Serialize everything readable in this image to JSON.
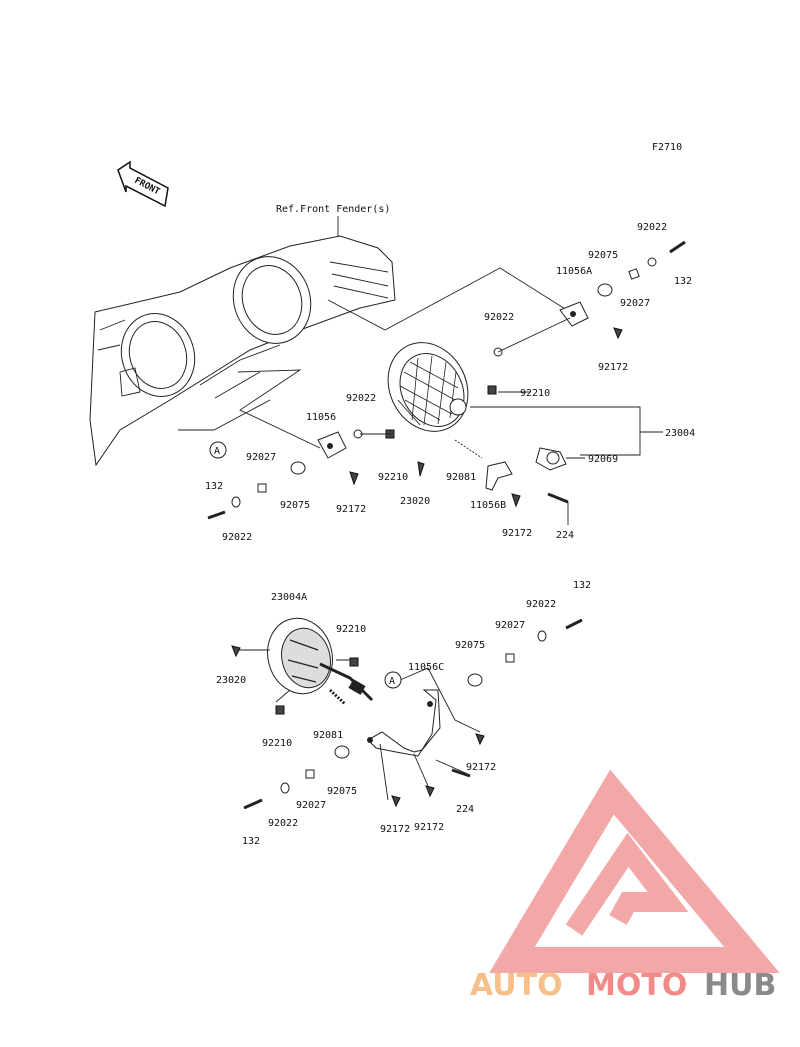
{
  "diagram": {
    "figure_code": "F2710",
    "front_label": "FRONT",
    "ref_label": "Ref.Front Fender(s)",
    "callout_letter": "A",
    "upper_labels": {
      "p92022_top": "92022",
      "p132_top": "132",
      "p92075_top": "92075",
      "p11056A": "11056A",
      "p92027_top": "92027",
      "p92022_mid": "92022",
      "p92172_top": "92172",
      "p92210_right": "92210",
      "p23004": "23004",
      "p92022_left": "92022",
      "p11056": "11056",
      "p92069": "92069",
      "p92027_left": "92027",
      "p92210_low": "92210",
      "p92081": "92081",
      "p132_left": "132",
      "p92075_left": "92075",
      "p92172_left": "92172",
      "p23020": "23020",
      "p11056B": "11056B",
      "p92022_bottom": "92022",
      "p92172_right": "92172",
      "p224": "224"
    },
    "lower_labels": {
      "p132_top": "132",
      "p23004A": "23004A",
      "p92022": "92022",
      "p92210_top": "92210",
      "p92027": "92027",
      "p92075": "92075",
      "p23020": "23020",
      "p11056C": "11056C",
      "p92210_bottom": "92210",
      "p92081": "92081",
      "p92172_right": "92172",
      "p92075_low": "92075",
      "p92027_low": "92027",
      "p224": "224",
      "p92022_low": "92022",
      "p92172_a": "92172",
      "p92172_b": "92172",
      "p132_low": "132"
    }
  },
  "watermark": {
    "part1": "AUTO",
    "part2": "MOTO",
    "part3": "HUB",
    "colors": {
      "auto": "#f6c08a",
      "moto": "#f28a8a",
      "hub": "#8a8a8a",
      "logo": "#f29a9a"
    }
  }
}
